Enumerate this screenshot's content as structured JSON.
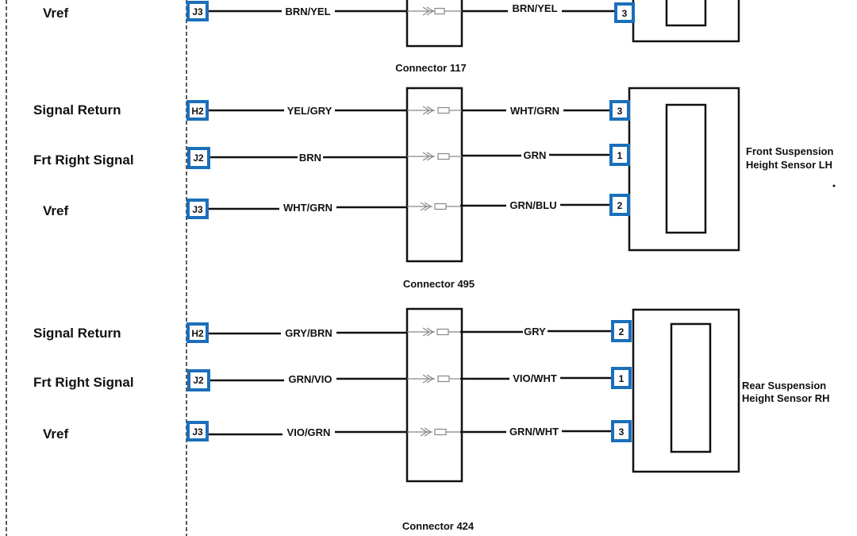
{
  "colors": {
    "pin_border": "#1a6fba",
    "line": "#111111"
  },
  "sections": [
    {
      "connector": "Connector 117",
      "component": [
        "",
        ""
      ],
      "rows": [
        {
          "signal": "Vref",
          "pin_left": "J3",
          "wire_left": "BRN/YEL",
          "wire_right": "BRN/YEL",
          "pin_right": "3"
        }
      ]
    },
    {
      "connector": "Connector 495",
      "component": [
        "Front Suspension",
        "Height Sensor LH"
      ],
      "rows": [
        {
          "signal": "Signal Return",
          "pin_left": "H2",
          "wire_left": "YEL/GRY",
          "wire_right": "WHT/GRN",
          "pin_right": "3"
        },
        {
          "signal": "Frt Right Signal",
          "pin_left": "J2",
          "wire_left": "BRN",
          "wire_right": "GRN",
          "pin_right": "1"
        },
        {
          "signal": "Vref",
          "pin_left": "J3",
          "wire_left": "WHT/GRN",
          "wire_right": "GRN/BLU",
          "pin_right": "2"
        }
      ]
    },
    {
      "connector": "Connector 424",
      "component": [
        "Rear Suspension",
        "Height Sensor RH"
      ],
      "rows": [
        {
          "signal": "Signal Return",
          "pin_left": "H2",
          "wire_left": "GRY/BRN",
          "wire_right": "GRY",
          "pin_right": "2"
        },
        {
          "signal": "Frt Right Signal",
          "pin_left": "J2",
          "wire_left": "GRN/VIO",
          "wire_right": "VIO/WHT",
          "pin_right": "1"
        },
        {
          "signal": "Vref",
          "pin_left": "J3",
          "wire_left": "VIO/GRN",
          "wire_right": "GRN/WHT",
          "pin_right": "3"
        }
      ]
    }
  ]
}
